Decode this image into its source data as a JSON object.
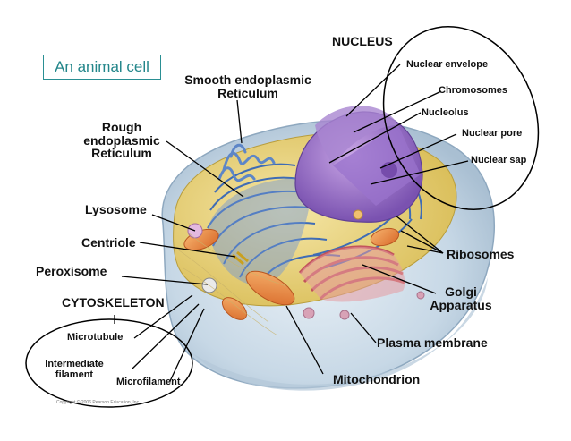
{
  "title": "An animal cell",
  "labels": {
    "nucleus": "NUCLEUS",
    "nuclear_envelope": "Nuclear envelope",
    "chromosomes": "Chromosomes",
    "nucleolus": "Nucleolus",
    "nuclear_pore": "Nuclear pore",
    "nuclear_sap": "Nuclear sap",
    "smooth_er_line1": "Smooth endoplasmic",
    "smooth_er_line2": "Reticulum",
    "rough_er_line1": "Rough",
    "rough_er_line2": "endoplasmic",
    "rough_er_line3": "Reticulum",
    "lysosome": "Lysosome",
    "centriole": "Centriole",
    "peroxisome": "Peroxisome",
    "cytoskeleton": "CYTOSKELETON",
    "microtubule": "Microtubule",
    "intermediate_filament_line1": "Intermediate",
    "intermediate_filament_line2": "filament",
    "microfilament": "Microfilament",
    "ribosomes": "Ribosomes",
    "golgi_line1": "Golgi",
    "golgi_line2": "Apparatus",
    "plasma_membrane": "Plasma membrane",
    "mitochondrion": "Mitochondrion"
  },
  "copyright": "Copyright © 2006 Pearson Education, Inc.",
  "colors": {
    "title_text": "#23868a",
    "title_border": "#2a8f93",
    "cell_membrane": "#c9d9e6",
    "cytoplasm": "#e8d27a",
    "rough_er": "#5b86c9",
    "nucleus": "#8f6bc4",
    "golgi": "#d9777d",
    "mitochondrion": "#e8894a",
    "leader_line": "#000000"
  }
}
